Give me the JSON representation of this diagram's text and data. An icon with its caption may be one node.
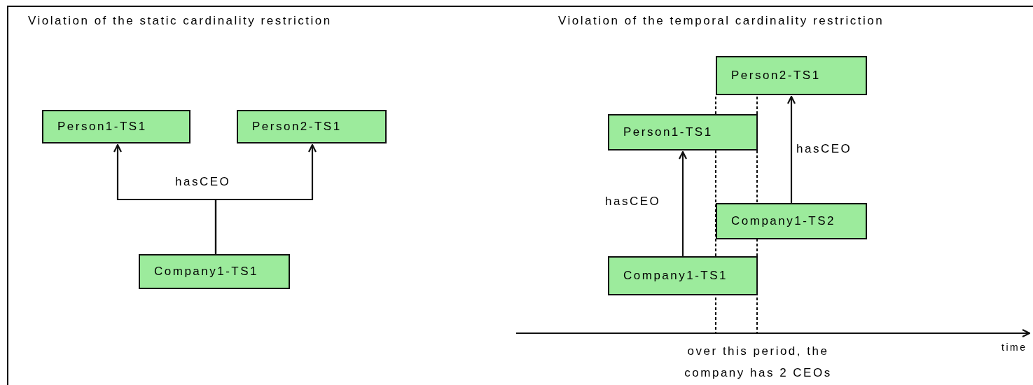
{
  "diagram": {
    "nodes": [
      {
        "text": [
          "Person1-TS1"
        ]
      },
      {
        "text": [
          "Person2-TS1"
        ]
      },
      {
        "text": [
          "Company1-TS1"
        ]
      },
      {
        "text": [
          "Person2-TS1"
        ]
      },
      {
        "text": [
          "Person1-TS1"
        ]
      },
      {
        "text": [
          "Company1-TS2"
        ]
      },
      {
        "text": [
          "Company1-TS1"
        ]
      }
    ],
    "edges": [
      {
        "from": 2,
        "to": 0,
        "arrow": "to",
        "label": "hasCEO"
      },
      {
        "from": 2,
        "to": 1,
        "arrow": "to"
      },
      {
        "from": 6,
        "to": 4,
        "arrow": "to",
        "label": "hasCEO"
      },
      {
        "from": 5,
        "to": 3,
        "arrow": "to",
        "label": "hasCEO"
      }
    ],
    "labels": [
      "Violation of the static cardinality restriction",
      "Violation of the temporal cardinality restriction",
      "time",
      "over this period, the company has 2 CEOs"
    ]
  }
}
